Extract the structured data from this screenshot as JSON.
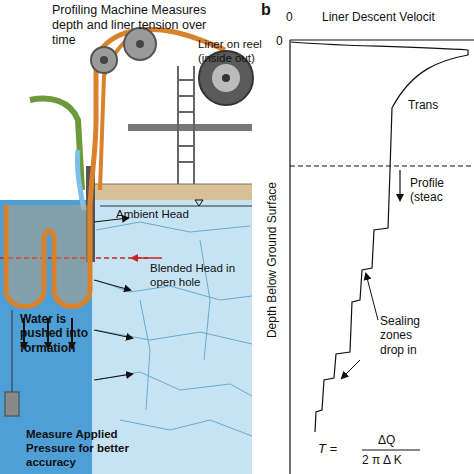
{
  "diagram": {
    "labels": [
      "Profiling Machine Measures depth and liner tension over time",
      "Liner on reel (inside out)",
      "Ambient Head",
      "Blended Head in open hole",
      "Water is pushed into formation",
      "Measure Applied Pressure for better accuracy",
      "b",
      "0",
      "Liner Descent Velocit",
      "0",
      "Depth Below Ground Surface",
      "Trans",
      "Profile (steac",
      "Sealing zones drop in",
      "T =",
      "ΔQ",
      "2 π Δ K"
    ]
  }
}
